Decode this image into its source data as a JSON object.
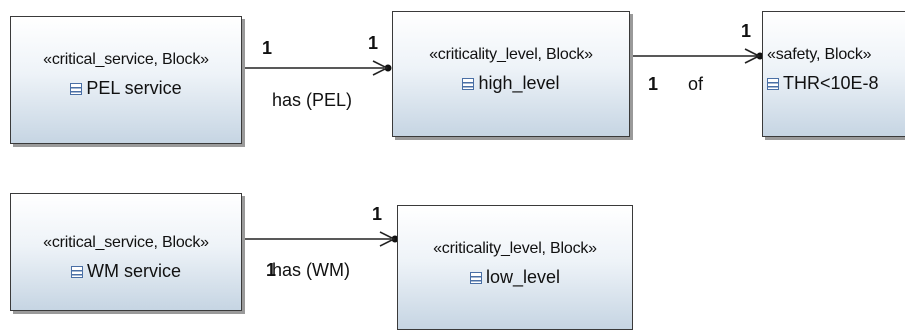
{
  "blocks": {
    "pel_service": {
      "stereotype": "«critical_service, Block»",
      "name": "PEL service"
    },
    "high_level": {
      "stereotype": "«criticality_level, Block»",
      "name": "high_level"
    },
    "safety": {
      "stereotype": "«safety, Block»",
      "name": "THR<10E-8"
    },
    "wm_service": {
      "stereotype": "«critical_service, Block»",
      "name": "WM service"
    },
    "low_level": {
      "stereotype": "«criticality_level, Block»",
      "name": "low_level"
    }
  },
  "associations": {
    "has_pel": {
      "label": "has (PEL)",
      "source_mult": "1",
      "target_mult": "1"
    },
    "of": {
      "label": "of",
      "source_mult": "1",
      "target_mult": "1"
    },
    "has_wm": {
      "label": "has (WM)",
      "source_mult": "1",
      "target_mult": "1"
    }
  }
}
